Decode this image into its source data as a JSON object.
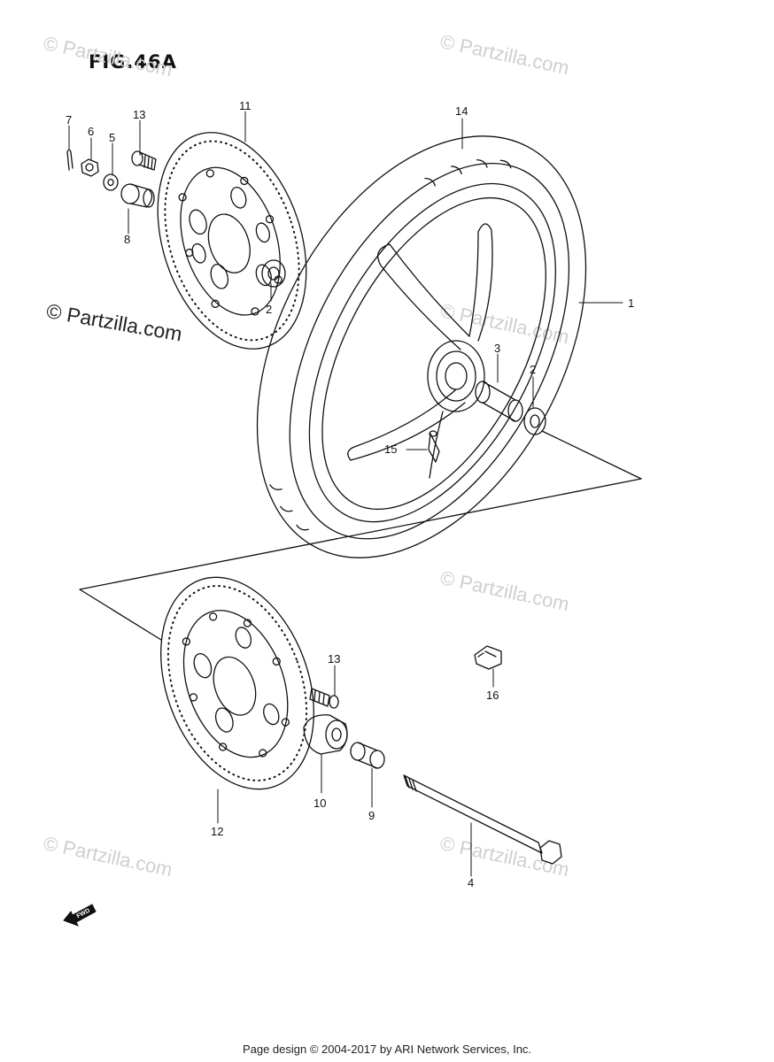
{
  "figure": {
    "title": "FIG.46A"
  },
  "watermarks": [
    {
      "id": "wm-top-left",
      "text": "© Partzilla.com",
      "style": "light"
    },
    {
      "id": "wm-top-right",
      "text": "© Partzilla.com",
      "style": "light"
    },
    {
      "id": "wm-mid-left",
      "text": "© Partzilla.com",
      "style": "dark"
    },
    {
      "id": "wm-mid-right",
      "text": "© Partzilla.com",
      "style": "light"
    },
    {
      "id": "wm-lower-right",
      "text": "© Partzilla.com",
      "style": "light"
    },
    {
      "id": "wm-bottom-left",
      "text": "© Partzilla.com",
      "style": "light"
    },
    {
      "id": "wm-bottom-right",
      "text": "© Partzilla.com",
      "style": "light"
    }
  ],
  "callouts": {
    "c1": "1",
    "c2a": "2",
    "c2b": "2",
    "c3": "3",
    "c4": "4",
    "c5": "5",
    "c6": "6",
    "c7": "7",
    "c8": "8",
    "c9": "9",
    "c10": "10",
    "c11": "11",
    "c12": "12",
    "c13a": "13",
    "c13b": "13",
    "c14": "14",
    "c15": "15",
    "c16": "16"
  },
  "fwd_label": "FWD",
  "footer": "Page design © 2004-2017 by ARI Network Services, Inc.",
  "colors": {
    "line": "#111111",
    "watermark": "#cfcfcf"
  }
}
